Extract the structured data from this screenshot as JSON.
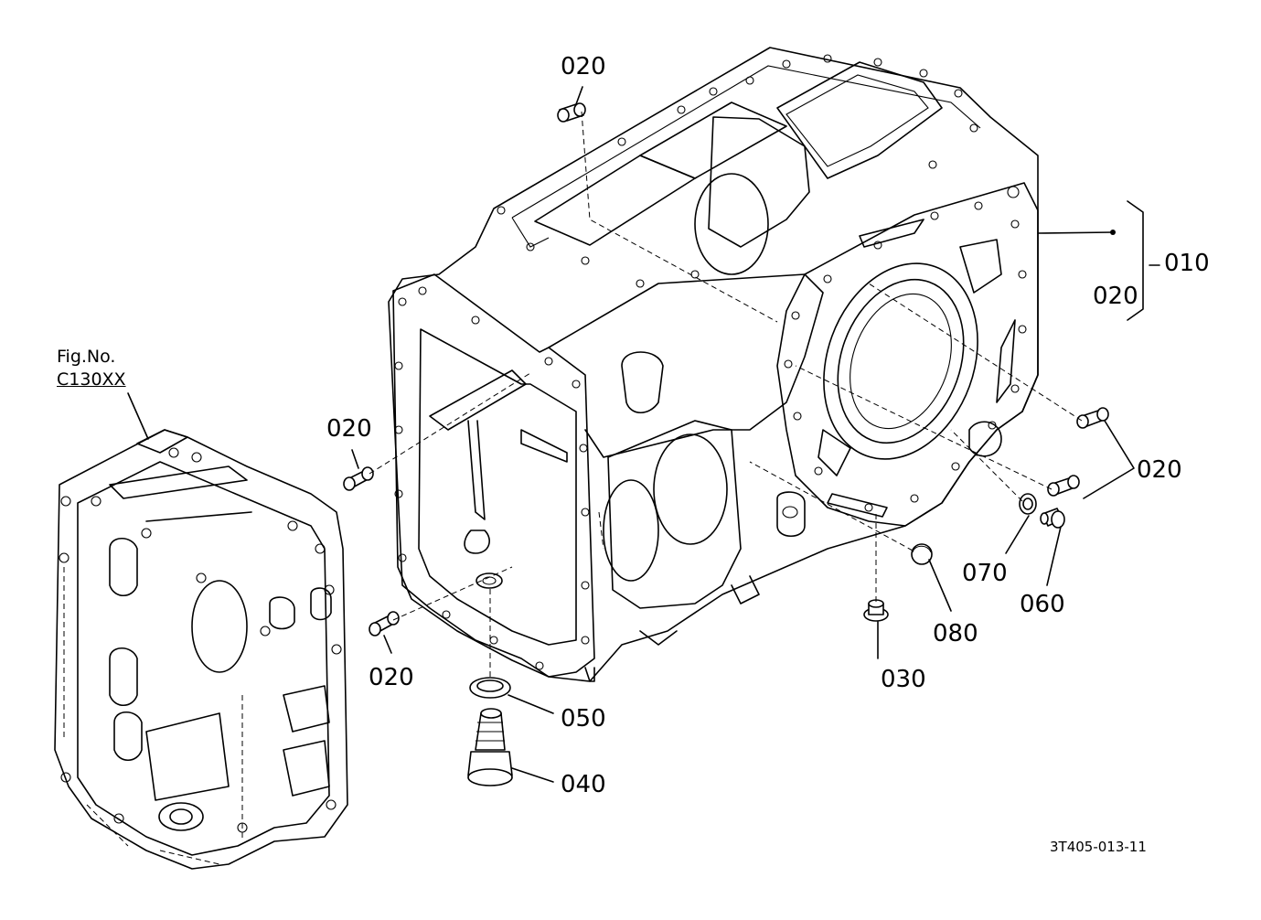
{
  "diagram": {
    "drawing_code": "3T405-013-11",
    "fig_ref": {
      "line1": "Fig.No.",
      "line2": "C130XX"
    },
    "callouts": {
      "p010": "010",
      "p020_top": "020",
      "p020_bracket": "020",
      "p020_left_upper": "020",
      "p020_left_lower": "020",
      "p020_right": "020",
      "p030": "030",
      "p040": "040",
      "p050": "050",
      "p060": "060",
      "p070": "070",
      "p080": "080"
    }
  }
}
